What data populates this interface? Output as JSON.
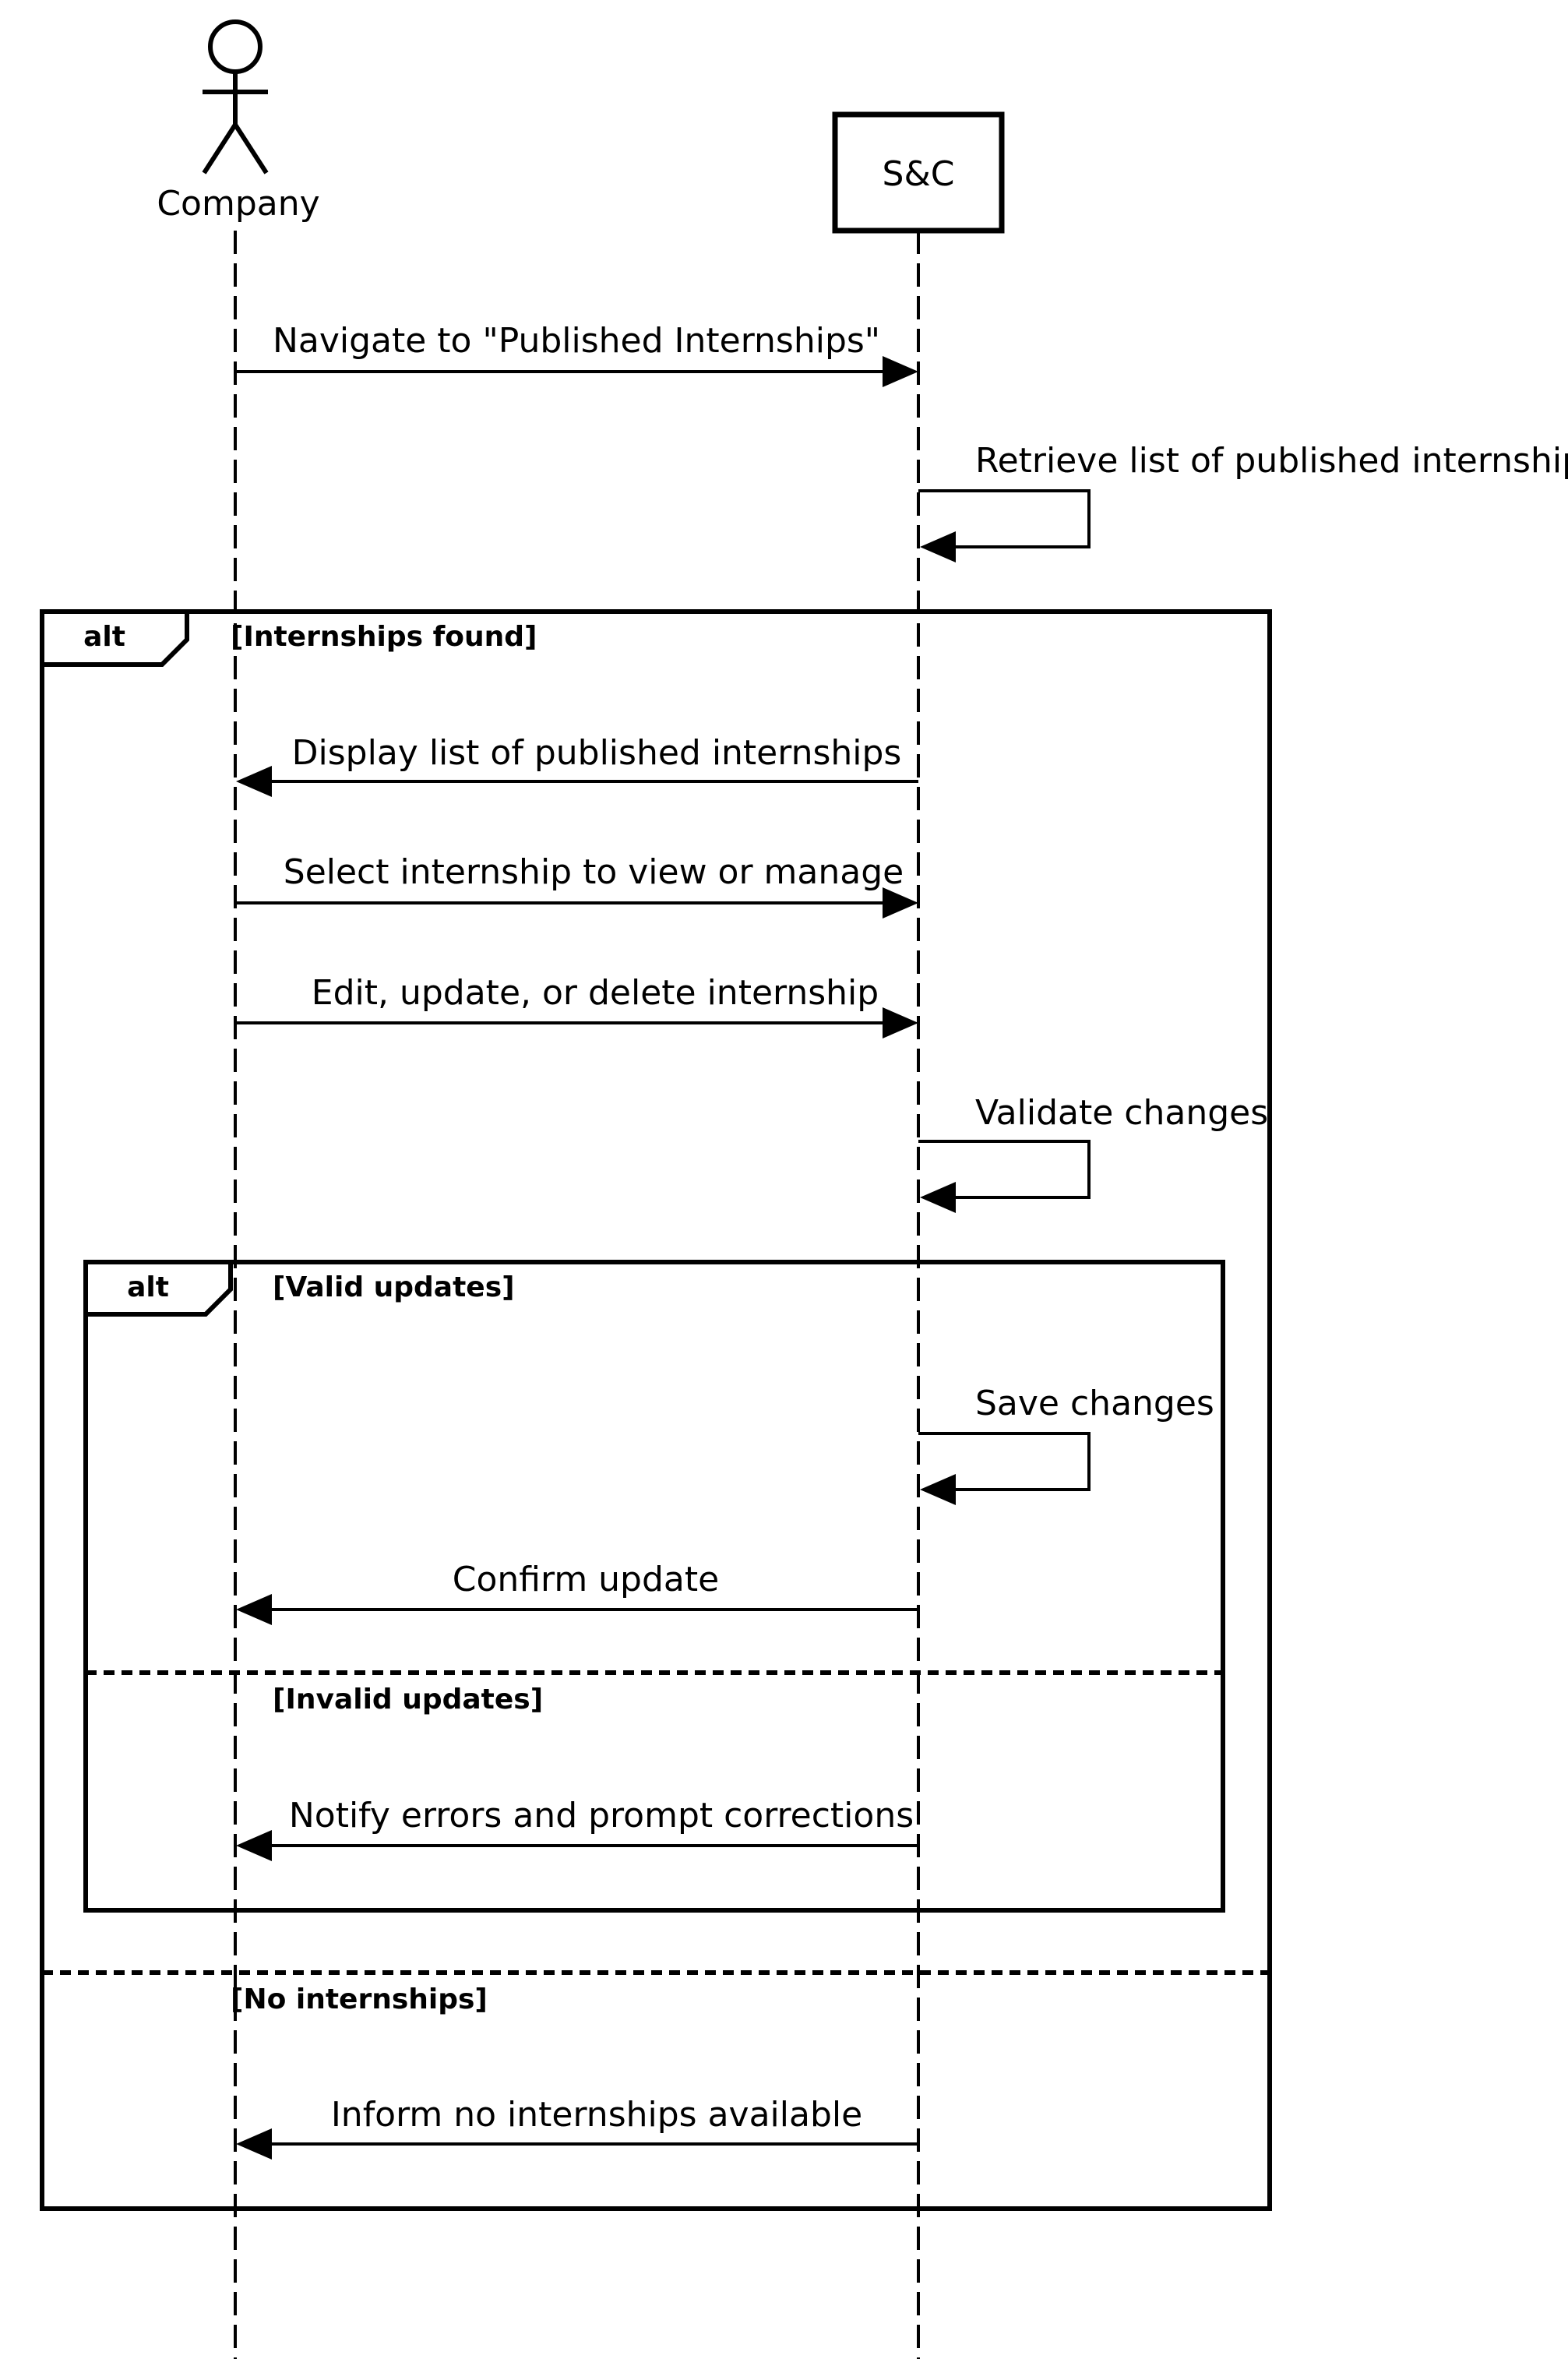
{
  "participants": {
    "company": {
      "label": "Company",
      "kind": "actor"
    },
    "sc": {
      "label": "S&C",
      "kind": "object"
    }
  },
  "messages": {
    "navigate": {
      "label": "Navigate to \"Published Internships\"",
      "from": "Company",
      "to": "S&C"
    },
    "retrieve": {
      "label": "Retrieve list of published internship",
      "from": "S&C",
      "to": "S&C"
    },
    "display": {
      "label": "Display list of published internships",
      "from": "S&C",
      "to": "Company"
    },
    "select": {
      "label": "Select internship to view or manage",
      "from": "Company",
      "to": "S&C"
    },
    "edit": {
      "label": "Edit, update, or delete internship",
      "from": "Company",
      "to": "S&C"
    },
    "validate": {
      "label": "Validate changes",
      "from": "S&C",
      "to": "S&C"
    },
    "save": {
      "label": "Save changes",
      "from": "S&C",
      "to": "S&C"
    },
    "confirm": {
      "label": "Confirm update",
      "from": "S&C",
      "to": "Company"
    },
    "notify": {
      "label": "Notify errors and prompt corrections",
      "from": "S&C",
      "to": "Company"
    },
    "inform": {
      "label": "Inform no internships available",
      "from": "S&C",
      "to": "Company"
    }
  },
  "frames": {
    "outer": {
      "operator": "alt",
      "guard_1": "[Internships found]",
      "guard_2": "[No internships]"
    },
    "inner": {
      "operator": "alt",
      "guard_1": "[Valid updates]",
      "guard_2": "[Invalid updates]"
    }
  }
}
